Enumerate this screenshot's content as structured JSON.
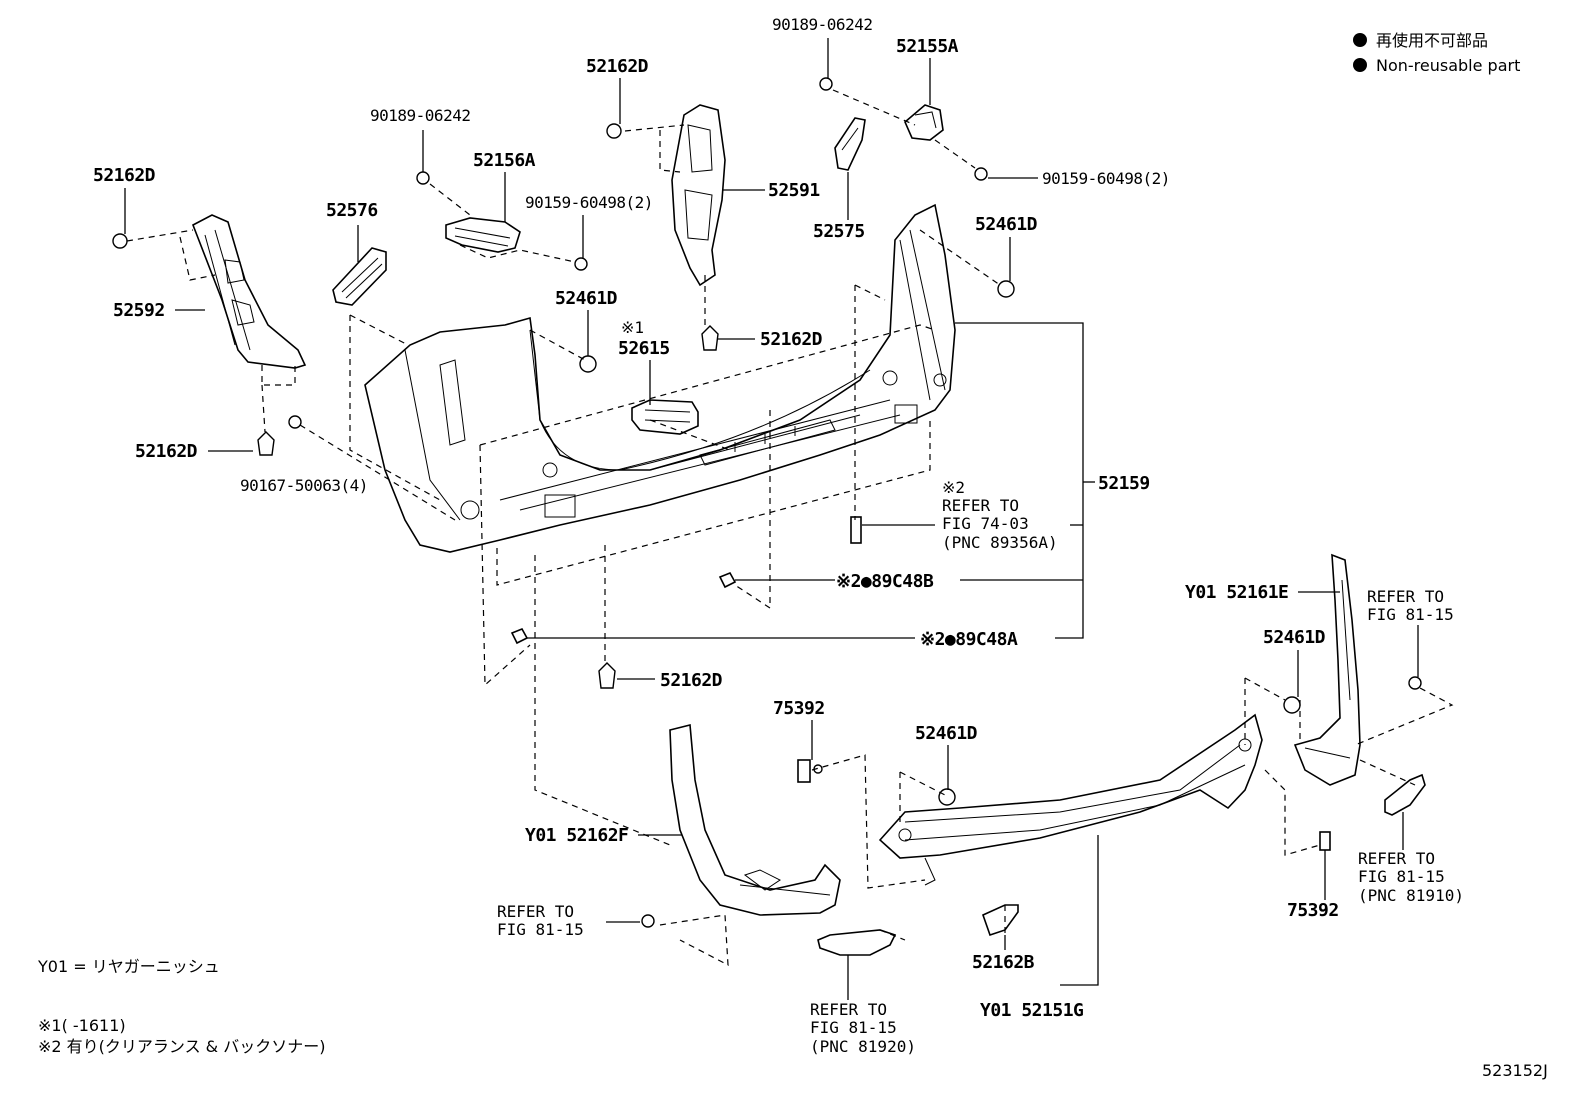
{
  "legend": {
    "line1": "再使用不可部品",
    "line2": "Non-reusable part"
  },
  "labels": {
    "p90189_top": "90189-06242",
    "p52155A": "52155A",
    "p52162D_top": "52162D",
    "p90189_left": "90189-06242",
    "p52156A": "52156A",
    "p52162D_left": "52162D",
    "p52576": "52576",
    "p90159_mid": "90159-60498(2)",
    "p52591": "52591",
    "p52575": "52575",
    "p90159_right": "90159-60498(2)",
    "p52461D_a": "52461D",
    "p52592": "52592",
    "p52461D_b": "52461D",
    "p52615_mark": "※1",
    "p52615": "52615",
    "p52162D_c": "52162D",
    "p52162D_d": "52162D",
    "p90167": "90167-50063(4)",
    "p52159": "52159",
    "p89C48B": "※2●89C48B",
    "p89C48A": "※2●89C48A",
    "p52162D_e": "52162D",
    "p52161E": "Y01 52161E",
    "p52461D_c": "52461D",
    "p75392_a": "75392",
    "p52461D_d": "52461D",
    "p52162F": "Y01 52162F",
    "p75392_b": "75392",
    "p52162B": "52162B",
    "p52151G": "Y01 52151G"
  },
  "refs": {
    "r7403_mark": "※2",
    "r7403_1": "REFER TO",
    "r7403_2": "FIG 74-03",
    "r7403_3": "(PNC 89356A)",
    "r8115_a1": "REFER TO",
    "r8115_a2": "FIG 81-15",
    "r8115_b1": "REFER TO",
    "r8115_b2": "FIG 81-15",
    "r8115_b3": "(PNC 81910)",
    "r8115_c1": "REFER TO",
    "r8115_c2": "FIG 81-15",
    "r8115_d1": "REFER TO",
    "r8115_d2": "FIG 81-15",
    "r8115_d3": "(PNC 81920)"
  },
  "notes": {
    "y01": "Y01 = リヤガーニッシュ",
    "n1": "※1(     -1611)",
    "n2": "※2 有り(クリアランス & バックソナー)",
    "fig_id": "523152J"
  }
}
